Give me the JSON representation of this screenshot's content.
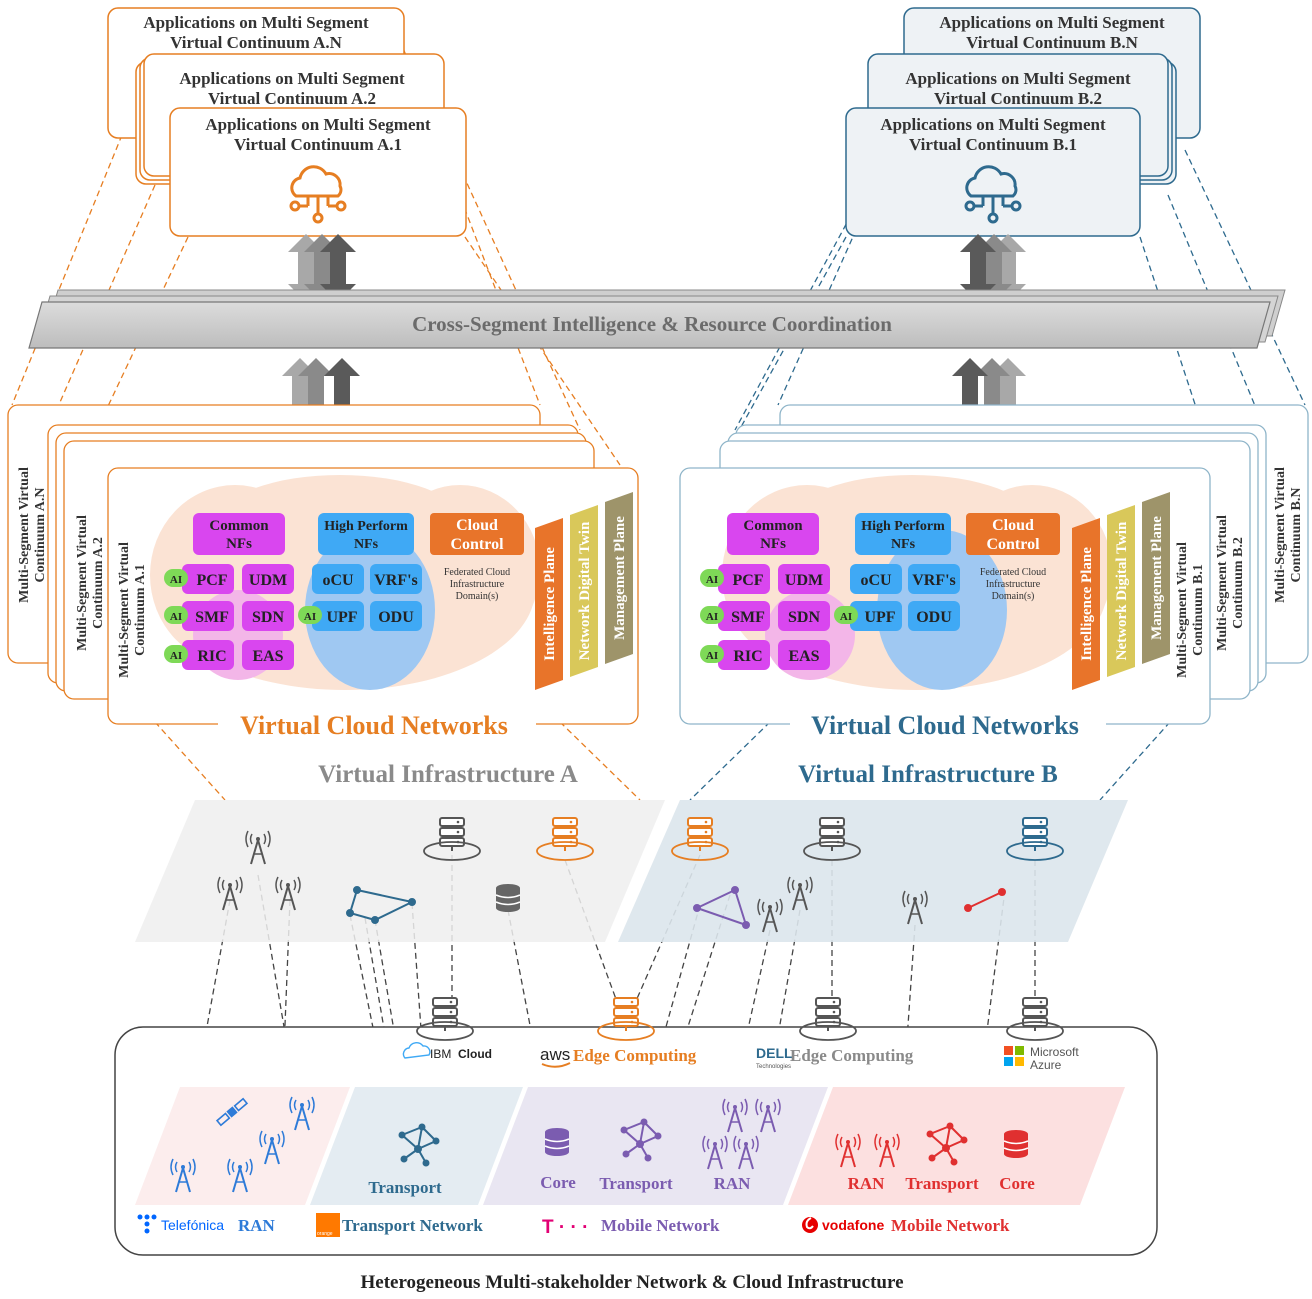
{
  "colors": {
    "orange": "#E67E22",
    "blue": "#2E6A8E",
    "purple": "#7B5CB0",
    "red": "#E03030",
    "magenta_nf": "#D946EF",
    "blue_nf": "#3FA9F5",
    "cloud_control": "#E8742A",
    "intelligence": "#E8742A",
    "digital_twin": "#D9C85A",
    "management": "#9E946A",
    "ai_badge": "#7ED957",
    "gray_bar": "#C8C8C8"
  },
  "apps": {
    "a": {
      "n": {
        "line1": "Applications on Multi Segment",
        "line2": "Virtual Continuum A.N"
      },
      "two": {
        "line1": "Applications on Multi Segment",
        "line2": "Virtual Continuum A.2"
      },
      "one": {
        "line1": "Applications on Multi Segment",
        "line2": "Virtual Continuum A.1"
      },
      "icon": "cloud-network-icon"
    },
    "b": {
      "n": {
        "line1": "Applications on Multi Segment",
        "line2": "Virtual Continuum B.N"
      },
      "two": {
        "line1": "Applications on Multi Segment",
        "line2": "Virtual Continuum B.2"
      },
      "one": {
        "line1": "Applications on Multi Segment",
        "line2": "Virtual Continuum B.1"
      },
      "icon": "cloud-network-icon"
    }
  },
  "coordination_bar": "Cross-Segment Intelligence & Resource Coordination",
  "continuum": {
    "a": {
      "n": {
        "line1": "Multi-Segment Virtual",
        "line2": "Continuum A.N"
      },
      "two": {
        "line1": "Multi-Segment Virtual",
        "line2": "Continuum A.2"
      },
      "one": {
        "line1": "Multi-Segment Virtual",
        "line2": "Continuum A.1"
      }
    },
    "b": {
      "one": {
        "line1": "Multi-Segment Virtual",
        "line2": "Continuum B.1"
      },
      "two": {
        "line1": "Multi-Segment Virtual",
        "line2": "Continuum B.2"
      },
      "n": {
        "line1": "Multi-Segment Virtual",
        "line2": "Continuum B.N"
      }
    }
  },
  "vcn": {
    "common_nfs": {
      "line1": "Common",
      "line2": "NFs"
    },
    "high_perf_nfs": {
      "line1": "High Perform",
      "line2": "NFs"
    },
    "cloud_control": {
      "line1": "Cloud",
      "line2": "Control"
    },
    "federated": {
      "line1": "Federated Cloud",
      "line2": "Infrastructure",
      "line3": "Domain(s)"
    },
    "ai": "AI",
    "nf": {
      "pcf": "PCF",
      "udm": "UDM",
      "smf": "SMF",
      "sdn": "SDN",
      "ric": "RIC",
      "eas": "EAS",
      "ocu": "oCU",
      "vrf": "VRF's",
      "upf": "UPF",
      "odu": "ODU"
    },
    "planes": {
      "intelligence": "Intelligence Plane",
      "digital_twin": "Network Digital Twin",
      "management": "Management Plane"
    },
    "title": "Virtual Cloud Networks"
  },
  "infra": {
    "a": "Virtual Infrastructure A",
    "b": "Virtual Infrastructure B"
  },
  "providers": {
    "ibm": "IBM",
    "ibm_cloud": "Cloud",
    "aws": "aws",
    "aws_edge": "Edge Computing",
    "dell": "DELL",
    "dell_sub": "Technologies",
    "dell_edge": "Edge Computing",
    "ms_line1": "Microsoft",
    "ms_line2": "Azure"
  },
  "segments": {
    "transport_blue": "Transport",
    "core_purple": "Core",
    "transport_purple": "Transport",
    "ran_purple": "RAN",
    "ran_red": "RAN",
    "transport_red": "Transport",
    "core_red": "Core"
  },
  "stakeholders": {
    "telefonica": "Telefónica",
    "telefonica_role": "RAN",
    "orange_logo": "orange",
    "orange_role": "Transport Network",
    "tmobile_logo": "T · · ·",
    "tmobile_role": "Mobile Network",
    "vodafone": "vodafone",
    "vodafone_role": "Mobile Network"
  },
  "footer": "Heterogeneous Multi-stakeholder Network & Cloud Infrastructure"
}
